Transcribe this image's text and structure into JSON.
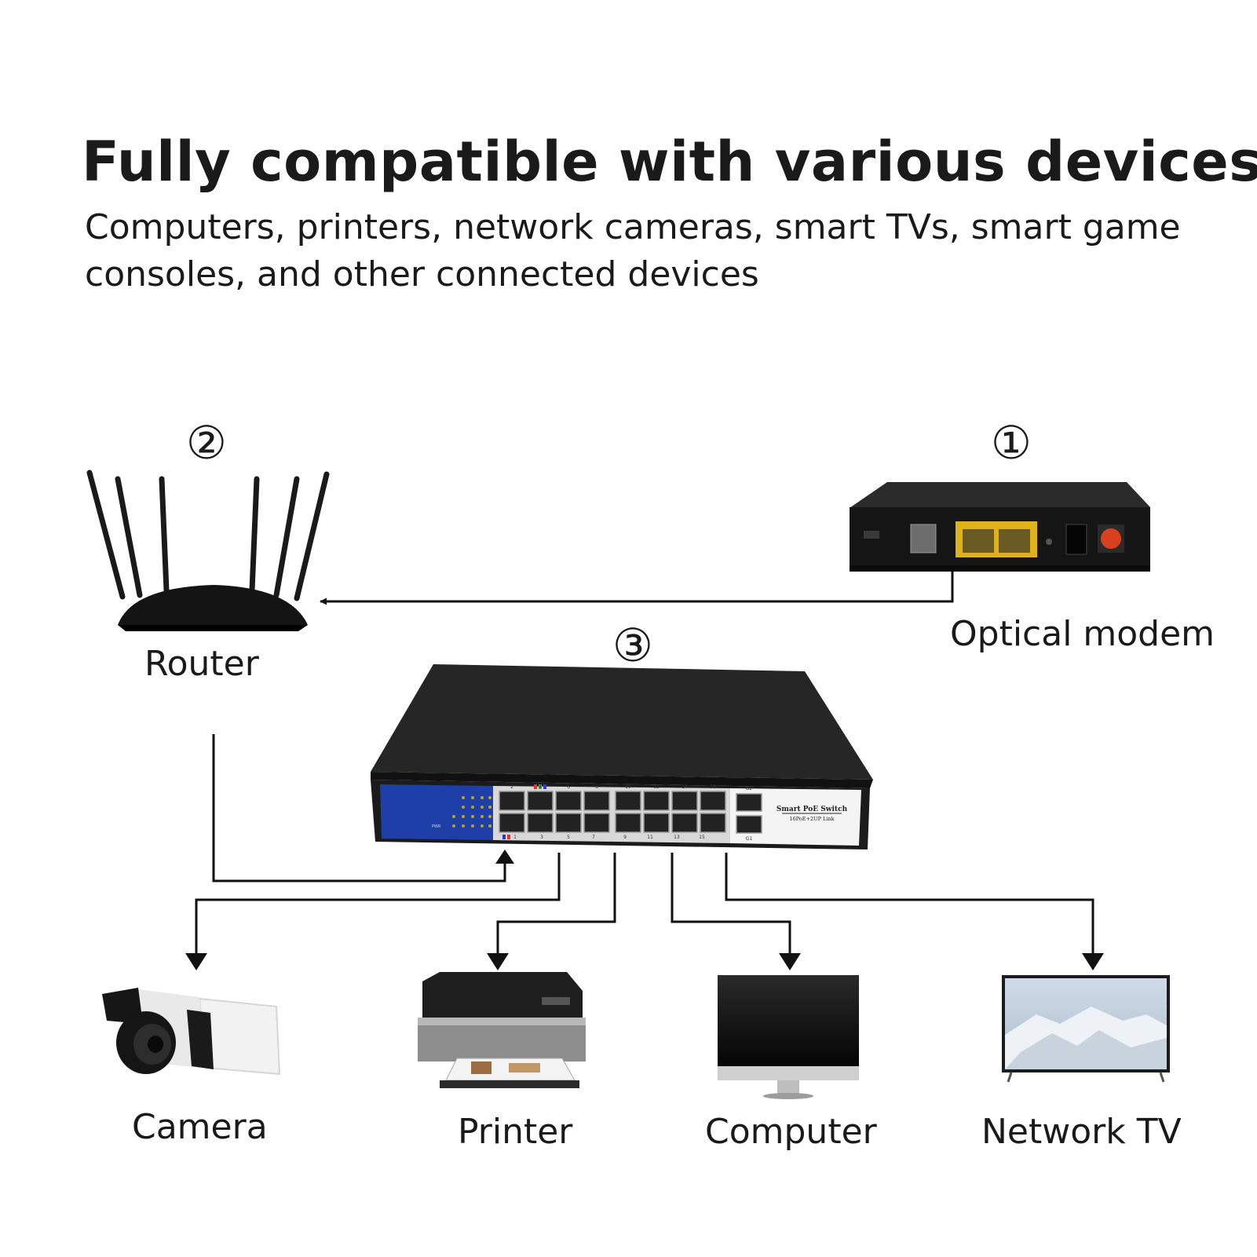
{
  "header": {
    "title": "Fully compatible with various devices",
    "subtitle": "Computers, printers, network cameras, smart TVs, smart game consoles, and other connected devices"
  },
  "steps": {
    "modem": "①",
    "router": "②",
    "switch": "③"
  },
  "devices": {
    "modem": "Optical modem",
    "router": "Router",
    "camera": "Camera",
    "printer": "Printer",
    "computer": "Computer",
    "tv": "Network TV"
  },
  "switch_panel": {
    "brand_line1": "Smart PoE Switch",
    "brand_line2": "16PoE+2UP Link",
    "top_numbers": [
      "2",
      "4",
      "6",
      "8",
      "10",
      "12",
      "14",
      "16"
    ],
    "bottom_numbers": [
      "1",
      "3",
      "5",
      "7",
      "9",
      "11",
      "13",
      "15"
    ],
    "uplink_top": "G2",
    "uplink_bottom": "G1",
    "led_label": "PWR"
  },
  "colors": {
    "switch_panel_blue": "#1f3fa8",
    "modem_port_yellow": "#e0b21a",
    "modem_button_red": "#d9401e"
  }
}
